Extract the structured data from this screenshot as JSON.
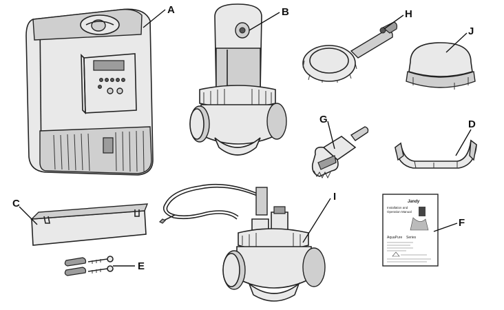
{
  "labels": {
    "a": "A",
    "b": "B",
    "c": "C",
    "d": "D",
    "e": "E",
    "f": "F",
    "g": "G",
    "h": "H",
    "i": "I",
    "j": "J"
  },
  "manual": {
    "brand": "Jandy",
    "title_line1": "Installation and",
    "title_line2": "Operation Manual",
    "product": "AquaPure",
    "series": "Series"
  }
}
